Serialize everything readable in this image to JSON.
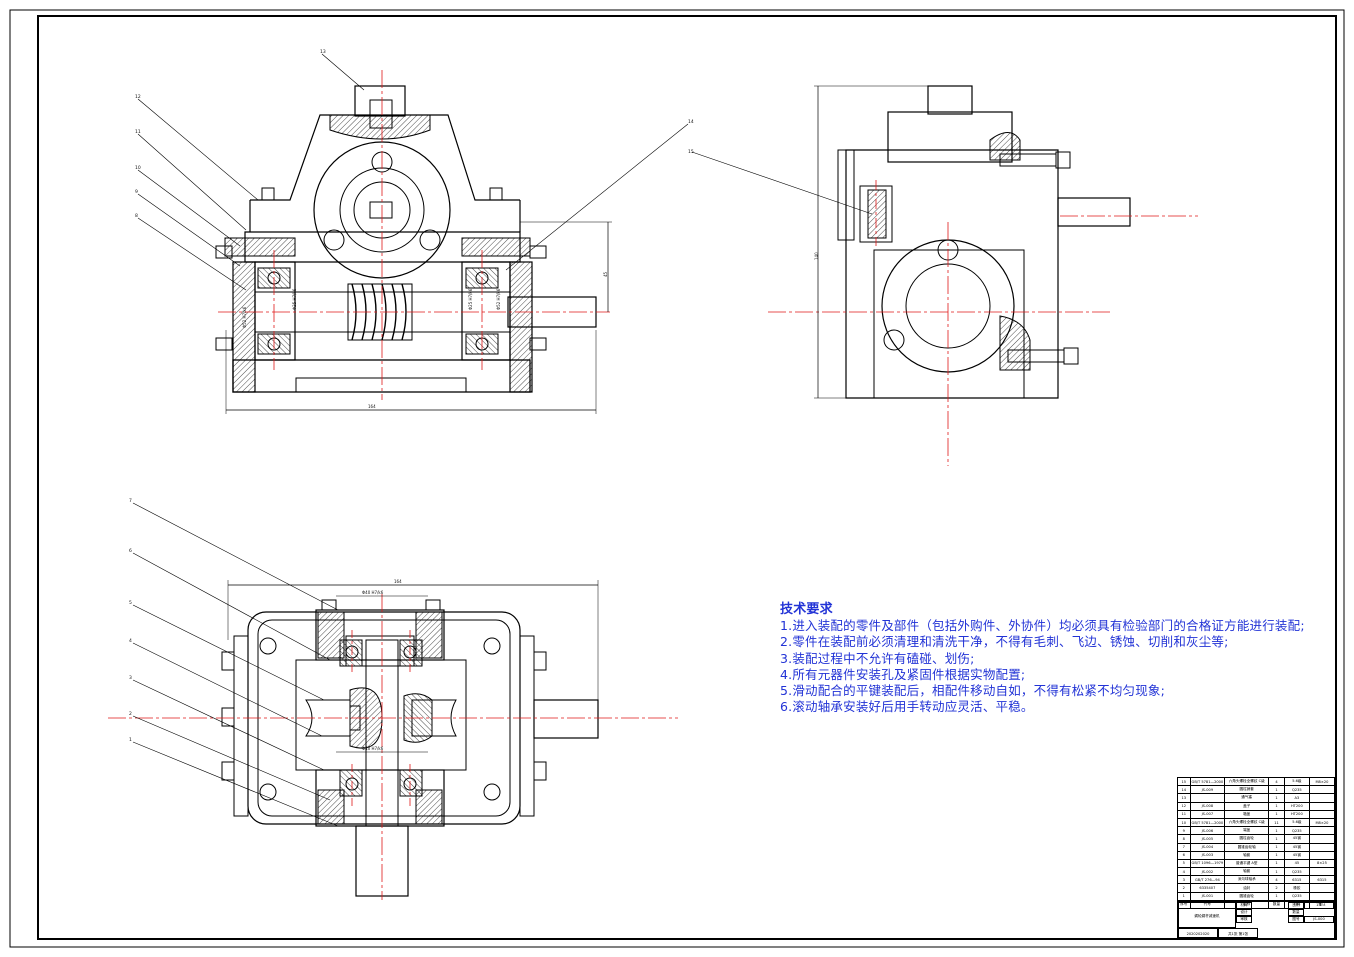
{
  "drawing": {
    "tech_requirements": {
      "heading": "技术要求",
      "items": [
        "1.进入装配的零件及部件（包括外购件、外协件）均必须具有检验部门的合格证方能进行装配;",
        "2.零件在装配前必须清理和清洗干净，不得有毛刺、飞边、锈蚀、切削和灰尘等;",
        "3.装配过程中不允许有磕碰、划伤;",
        "4.所有元器件安装孔及紧固件根据实物配置;",
        "5.滑动配合的平键装配后，相配件移动自如，不得有松紧不均匀现象;",
        "6.滚动轴承安装好后用手转动应灵活、平稳。"
      ]
    },
    "front_view": {
      "balloons": [
        "13",
        "12",
        "11",
        "10",
        "9",
        "8",
        "14"
      ],
      "dims": {
        "overall_width": "164",
        "height": "45"
      },
      "fit_labels": [
        "Φ52 H7/k6",
        "Φ25 H7/k6",
        "Φ25 H7/k6",
        "Φ52 H7/k6"
      ]
    },
    "side_view": {
      "balloons": [
        "15"
      ],
      "dims": {
        "height": "140"
      }
    },
    "top_view": {
      "balloons": [
        "7",
        "6",
        "5",
        "4",
        "3",
        "2",
        "1"
      ],
      "dims": {
        "overall_width": "164",
        "fit_top": "Φ40 H7/k6",
        "fit_bottom": "Φ40 H7/k6"
      }
    },
    "title_block": {
      "parts": [
        [
          "15",
          "GB/T 5781—2000",
          "六角头螺栓全螺纹 C级",
          "4",
          "5.6级",
          "M8×20"
        ],
        [
          "14",
          "JS-009",
          "圆柱销套",
          "1",
          "Q235",
          ""
        ],
        [
          "13",
          "",
          "通气塞",
          "1",
          "A3",
          ""
        ],
        [
          "12",
          "JS-008",
          "盖子",
          "1",
          "HT200",
          ""
        ],
        [
          "11",
          "JS-007",
          "箱盖",
          "1",
          "HT200",
          ""
        ],
        [
          "10",
          "GB/T 5781—2000",
          "六角头螺栓全螺纹 C级",
          "11",
          "5.6级",
          "M8×20"
        ],
        [
          "9",
          "JS-006",
          "端盖",
          "1",
          "Q235",
          ""
        ],
        [
          "8",
          "JS-005",
          "圆柱齿轮",
          "1",
          "45钢",
          ""
        ],
        [
          "7",
          "JS-004",
          "圆锥齿轮轴",
          "1",
          "45钢",
          ""
        ],
        [
          "6",
          "JS-003",
          "轴套",
          "1",
          "45钢",
          ""
        ],
        [
          "5",
          "GB/T 1096—1979",
          "普通平键 A型",
          "1",
          "45",
          "8×25"
        ],
        [
          "4",
          "JS-002",
          "轴套",
          "1",
          "Q235",
          ""
        ],
        [
          "3",
          "GB/T 276—94",
          "深沟球轴承",
          "4",
          "6315",
          "6315"
        ],
        [
          "2",
          "6335407",
          "油封",
          "2",
          "橡胶",
          ""
        ],
        [
          "1",
          "JS-001",
          "圆锥齿轮",
          "1",
          "Q235",
          ""
        ]
      ],
      "header": [
        "序号",
        "代号",
        "名称",
        "数量",
        "材料",
        "备注"
      ],
      "drawing_name": "蜗轮蜗杆减速机",
      "label_material": "材料",
      "label_scale": "比例",
      "scale_value": "1:1",
      "label_quantity": "数量",
      "label_drawing_no": "图号",
      "drawing_no": "JS-000",
      "label_designer": "设计",
      "label_checker": "审核",
      "school_code": "2020202020",
      "sheet_info": "共1张 第1张"
    }
  }
}
